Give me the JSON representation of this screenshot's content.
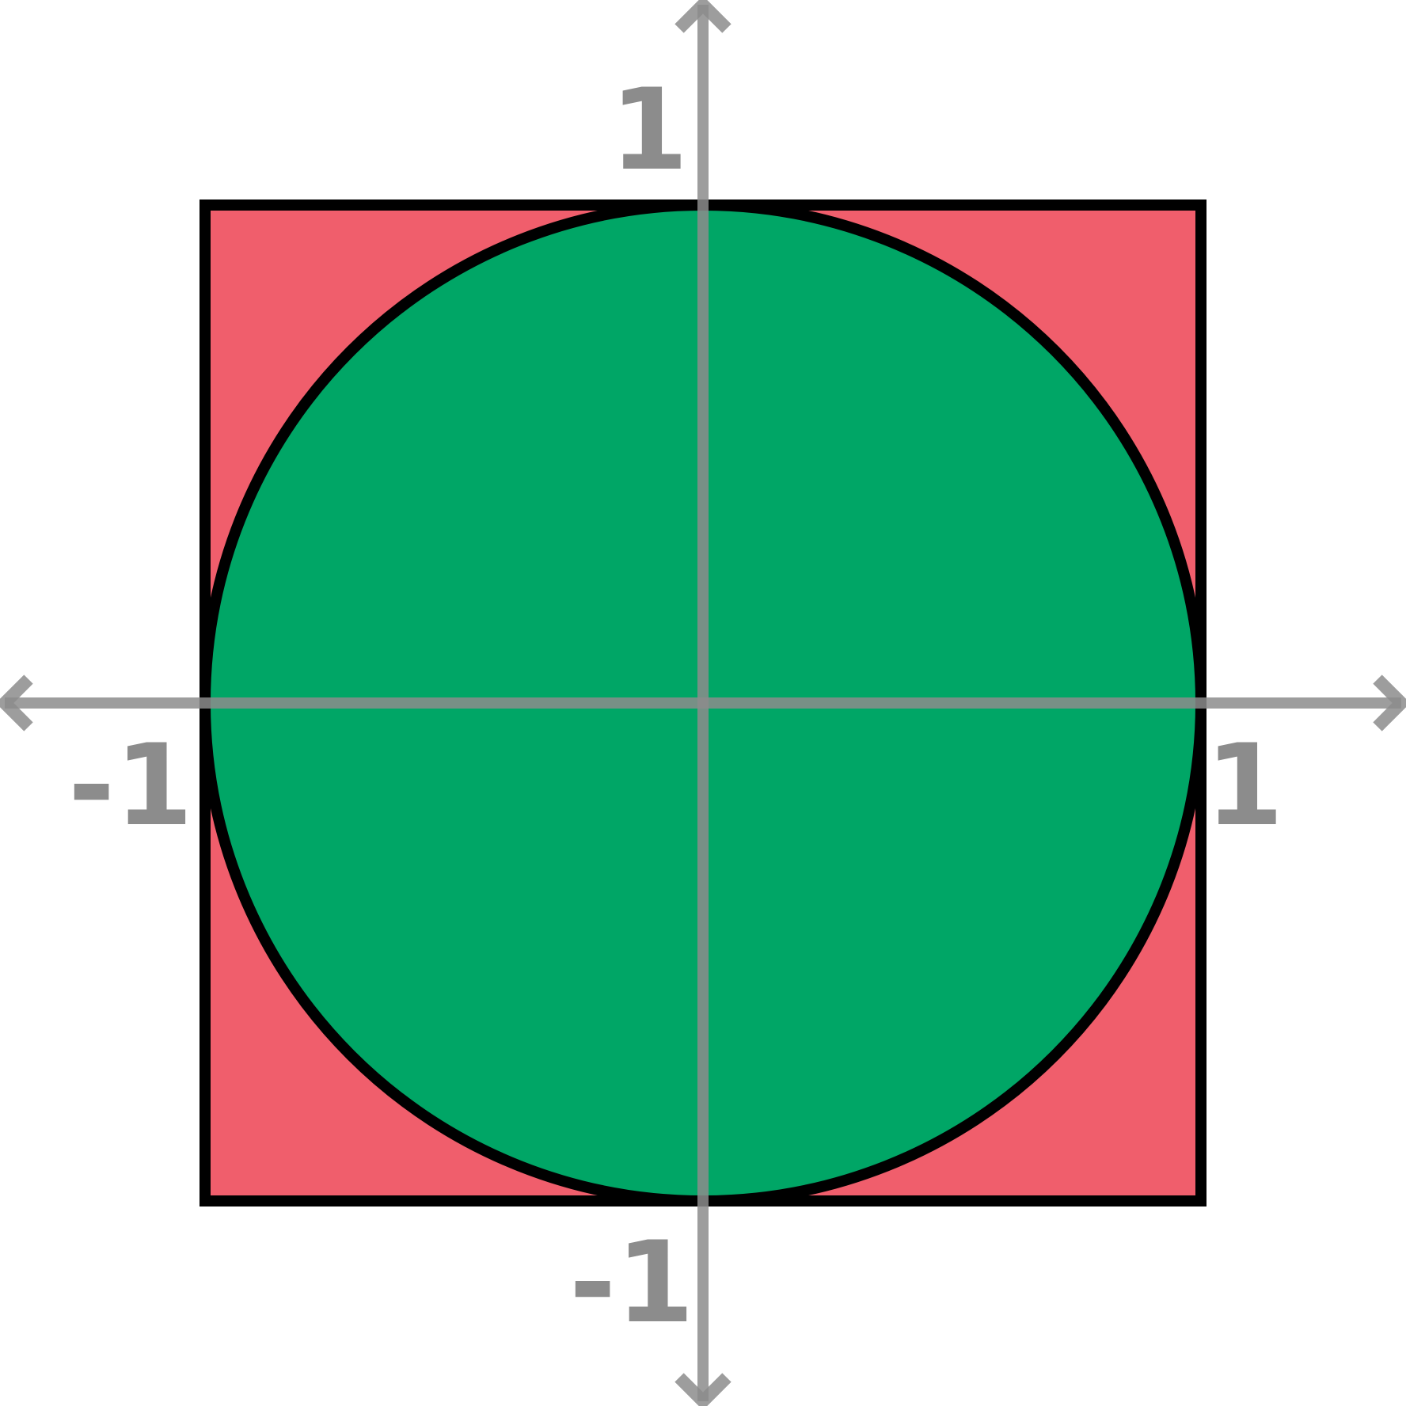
{
  "diagram": {
    "labels": {
      "y_positive": "1",
      "x_negative": "-1",
      "x_positive": "1",
      "y_negative": "-1"
    },
    "colors": {
      "square_fill": "#f05e6c",
      "circle_fill": "#00a666",
      "outline": "#000000",
      "axes": "#8c8c8c"
    }
  }
}
